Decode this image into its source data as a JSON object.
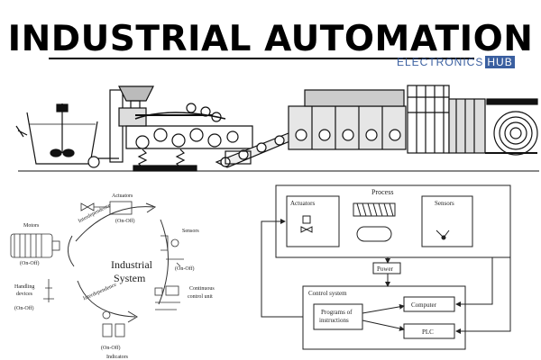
{
  "title": "INDUSTRIAL AUTOMATION",
  "logo": {
    "main": "ELECTRONICS",
    "tail": "HUB"
  },
  "cycle_diagram": {
    "center_label_line1": "Industrial",
    "center_label_line2": "System",
    "nodes": {
      "actuators": "Actuators",
      "actuators_sub": "(On-Off)",
      "sensors": "Sensors",
      "sensors_sub": "(On-Off)",
      "continuous": "Continuous",
      "continuous_sub": "control unit",
      "indicators": "Indicators",
      "indicators_sub": "(On-Off)",
      "handling": "Handling",
      "handling_2": "devices",
      "handling_sub": "(On-Off)",
      "motors": "Motors",
      "motors_sub": "(On-Off)"
    },
    "arrow_labels": {
      "top": "Interdependence",
      "bottom": "Interdependence"
    }
  },
  "block_diagram": {
    "process": "Process",
    "actuators": "Actuators",
    "sensors": "Sensors",
    "power": "Power",
    "control_system": "Control system",
    "programs_line1": "Programs of",
    "programs_line2": "instructions",
    "computer": "Computer",
    "plc": "PLC"
  }
}
